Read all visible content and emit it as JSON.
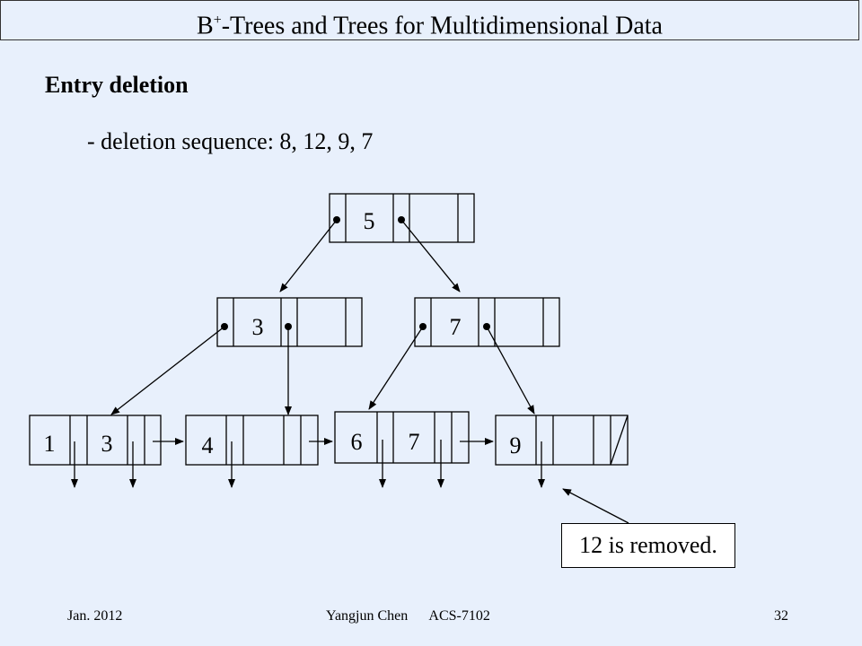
{
  "slide": {
    "title_main": "B",
    "title_sup": "+",
    "title_rest": "-Trees and Trees for Multidimensional Data",
    "heading": "Entry deletion",
    "bullet": "- deletion sequence:  8, 12, 9, 7",
    "callout": "12 is removed.",
    "footer_left": "Jan. 2012",
    "footer_center": "Yangjun Chen      ACS-7102",
    "footer_right": "32"
  },
  "tree": {
    "root": [
      "5"
    ],
    "internal_left": [
      "3"
    ],
    "internal_right": [
      "7"
    ],
    "leaf1": [
      "1",
      "3"
    ],
    "leaf2": [
      "4"
    ],
    "leaf3": [
      "6",
      "7"
    ],
    "leaf4": [
      "9"
    ]
  }
}
